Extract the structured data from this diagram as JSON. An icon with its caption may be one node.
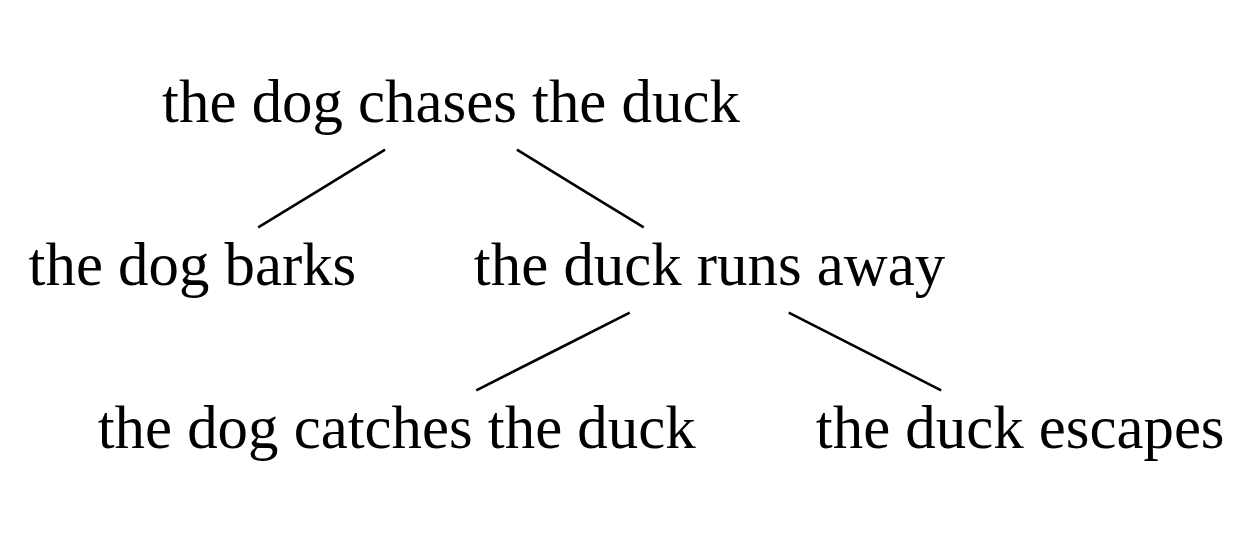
{
  "diagram": {
    "nodes": [
      {
        "text": [
          "the dog chases the duck"
        ]
      },
      {
        "text": [
          "the dog barks"
        ]
      },
      {
        "text": [
          "the duck runs away"
        ]
      },
      {
        "text": [
          "the dog catches the duck"
        ]
      },
      {
        "text": [
          "the duck escapes"
        ]
      }
    ],
    "edges": [
      {
        "from": 0,
        "to": 1,
        "arrow": "none"
      },
      {
        "from": 0,
        "to": 2,
        "arrow": "none"
      },
      {
        "from": 2,
        "to": 3,
        "arrow": "none"
      },
      {
        "from": 2,
        "to": 4,
        "arrow": "none"
      }
    ]
  }
}
